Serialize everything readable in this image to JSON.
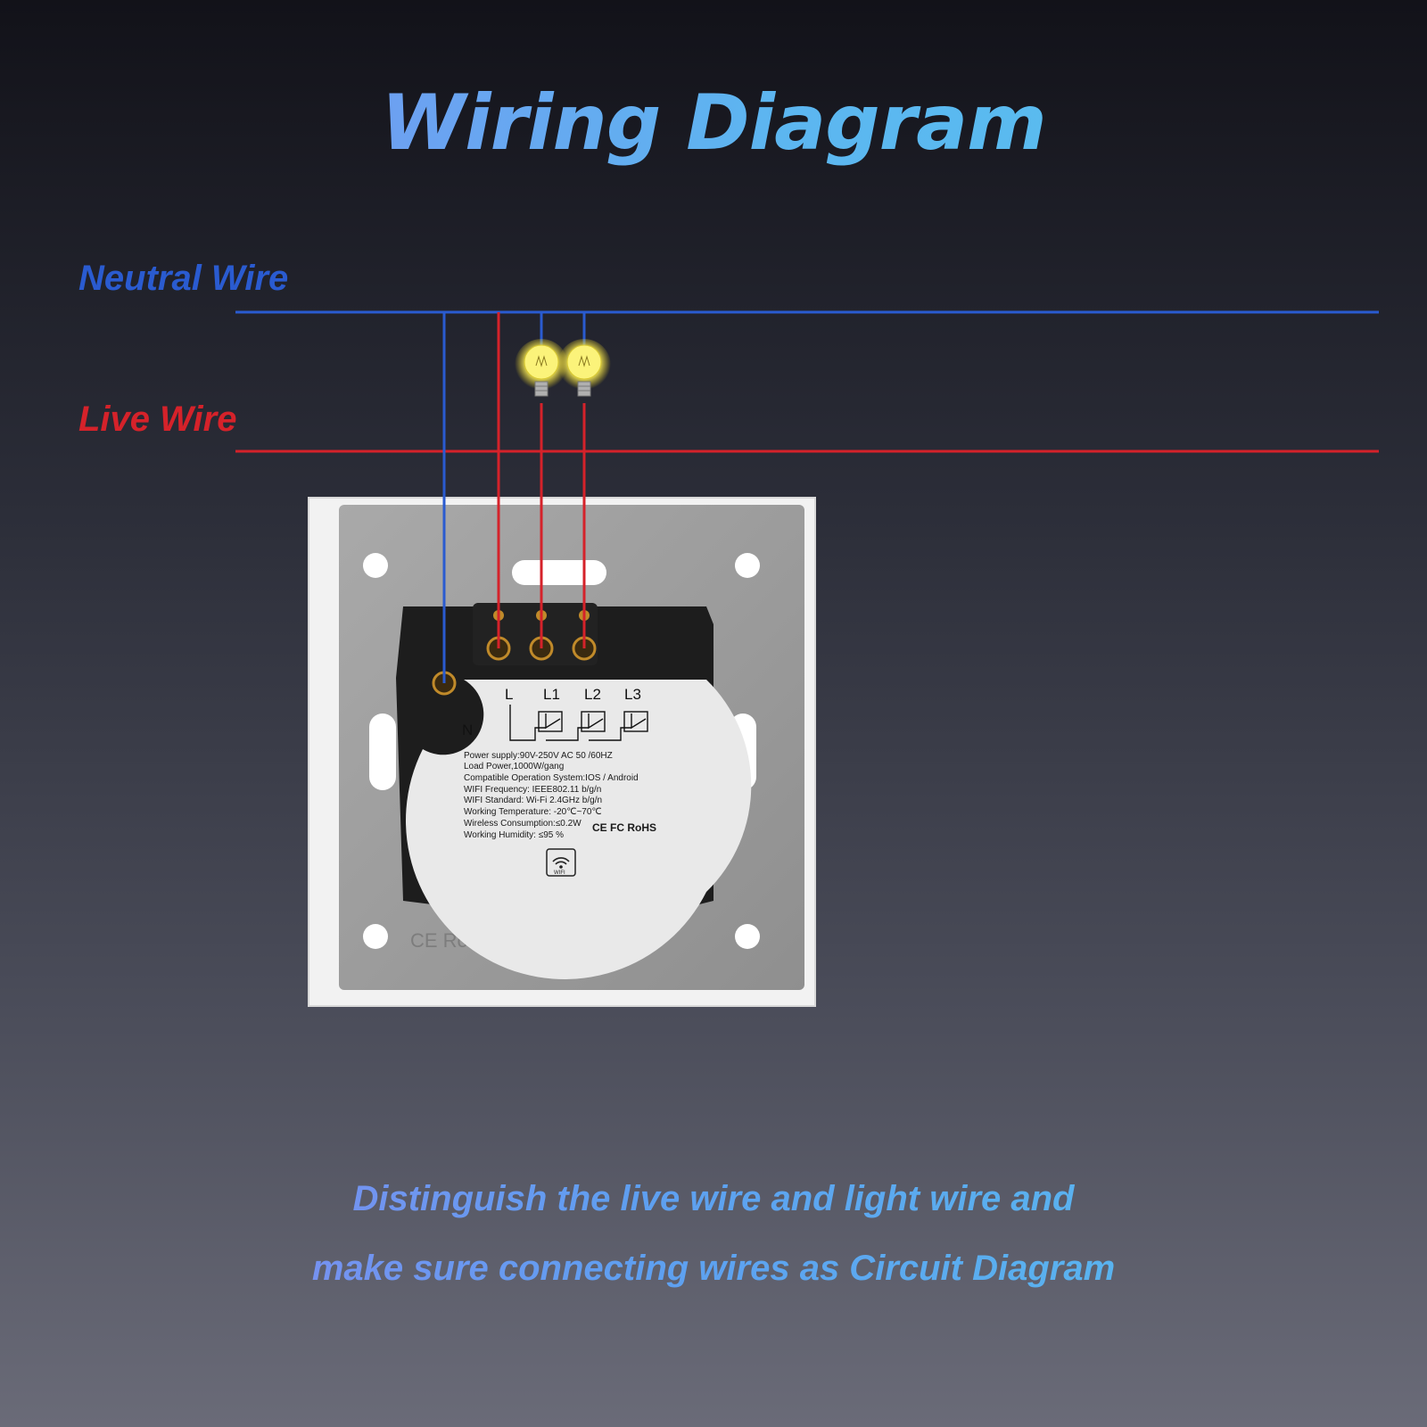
{
  "title": "Wiring Diagram",
  "wires": {
    "neutral_label": "Neutral Wire",
    "live_label": "Live Wire",
    "neutral_color": "#2a5bd0",
    "live_color": "#d5222a"
  },
  "terminals": {
    "l": "L",
    "l1": "L1",
    "l2": "L2",
    "l3": "L3",
    "n": "N"
  },
  "specs": [
    "Power supply:90V-250V AC  50 /60HZ",
    "Load Power,1000W/gang",
    "Compatible Operation System:IOS / Android",
    "WIFI Frequency: IEEE802.11 b/g/n",
    "WIFI Standard: Wi-Fi 2.4GHz b/g/n",
    "Working Temperature: -20℃~70℃",
    "Wireless Consumption:≤0.2W",
    "Working Humidity: ≤95 %"
  ],
  "cert_marks": "CE FC RoHS",
  "wifi_label": "WIFI",
  "plate_marks": "CE RoHS",
  "caption": {
    "line1": "Distinguish the live wire and light wire and",
    "line2": "make sure connecting wires as Circuit Diagram"
  }
}
